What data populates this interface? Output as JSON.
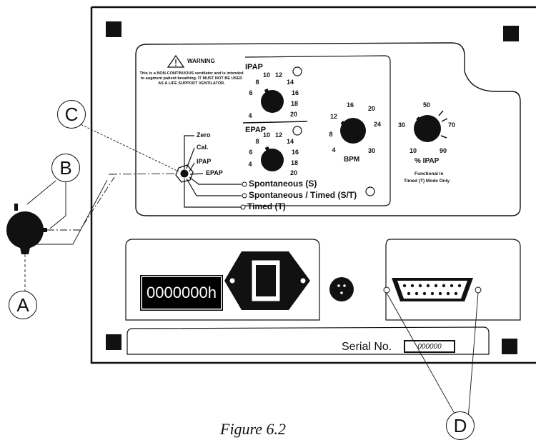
{
  "warning": {
    "title": "WARNING",
    "text": "This is a NON-CONTINUOUS ventilator and is intended to augment patient breathing. IT MUST NOT BE USED AS A LIFE SUPPORT VENTILATOR."
  },
  "ipap": {
    "label": "IPAP",
    "ticks": [
      "4",
      "6",
      "8",
      "10",
      "12",
      "14",
      "16",
      "18",
      "20"
    ]
  },
  "epap": {
    "label": "EPAP",
    "ticks": [
      "4",
      "6",
      "8",
      "10",
      "12",
      "14",
      "16",
      "18",
      "20"
    ]
  },
  "bpm": {
    "label": "BPM",
    "ticks": [
      "4",
      "8",
      "12",
      "16",
      "20",
      "24",
      "30"
    ]
  },
  "pct_ipap": {
    "label": "% IPAP",
    "ticks": [
      "10",
      "30",
      "50",
      "70",
      "90"
    ],
    "note_line1": "Functional in",
    "note_line2": "Timed (T) Mode Only"
  },
  "switch_positions": [
    "Zero",
    "Cal.",
    "IPAP",
    "EPAP"
  ],
  "modes": [
    "Spontaneous (S)",
    "Spontaneous / Timed (S/T)",
    "Timed (T)"
  ],
  "hour_meter": "0000000h",
  "serial": {
    "label": "Serial No.",
    "value": "000000"
  },
  "callouts": {
    "a": "A",
    "b": "B",
    "c": "C",
    "d": "D"
  },
  "caption": "Figure 6.2"
}
